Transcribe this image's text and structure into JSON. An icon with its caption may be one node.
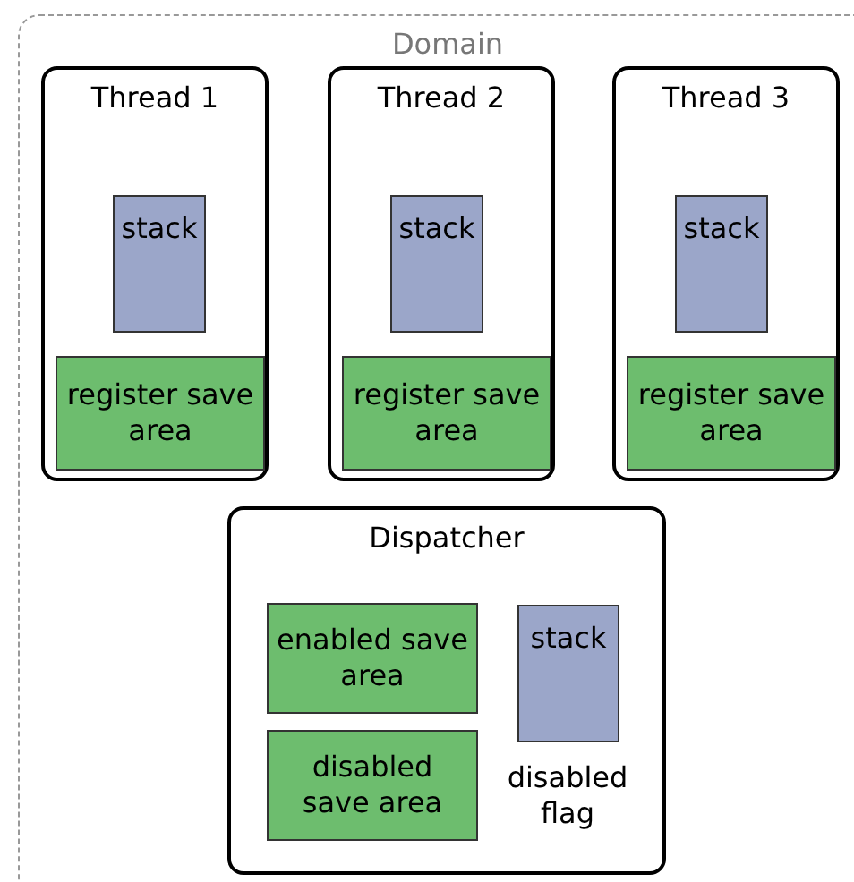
{
  "diagram": {
    "nodes": [
      {
        "text": [
          "Domain"
        ]
      },
      {
        "text": [
          "Thread 1"
        ],
        "in": 0
      },
      {
        "text": [
          "stack"
        ],
        "in": 1
      },
      {
        "text": [
          "register save area"
        ],
        "in": 1
      },
      {
        "text": [
          "Thread 2"
        ],
        "in": 0
      },
      {
        "text": [
          "stack"
        ],
        "in": 4
      },
      {
        "text": [
          "register save area"
        ],
        "in": 4
      },
      {
        "text": [
          "Thread 3"
        ],
        "in": 0
      },
      {
        "text": [
          "stack"
        ],
        "in": 7
      },
      {
        "text": [
          "register save area"
        ],
        "in": 7
      },
      {
        "text": [
          "Dispatcher"
        ],
        "in": 0
      },
      {
        "text": [
          "enabled save area"
        ],
        "in": 10
      },
      {
        "text": [
          "disabled save area"
        ],
        "in": 10
      },
      {
        "text": [
          "stack"
        ],
        "in": 10
      }
    ],
    "edges": [],
    "labels": [
      "disabled flag"
    ]
  }
}
